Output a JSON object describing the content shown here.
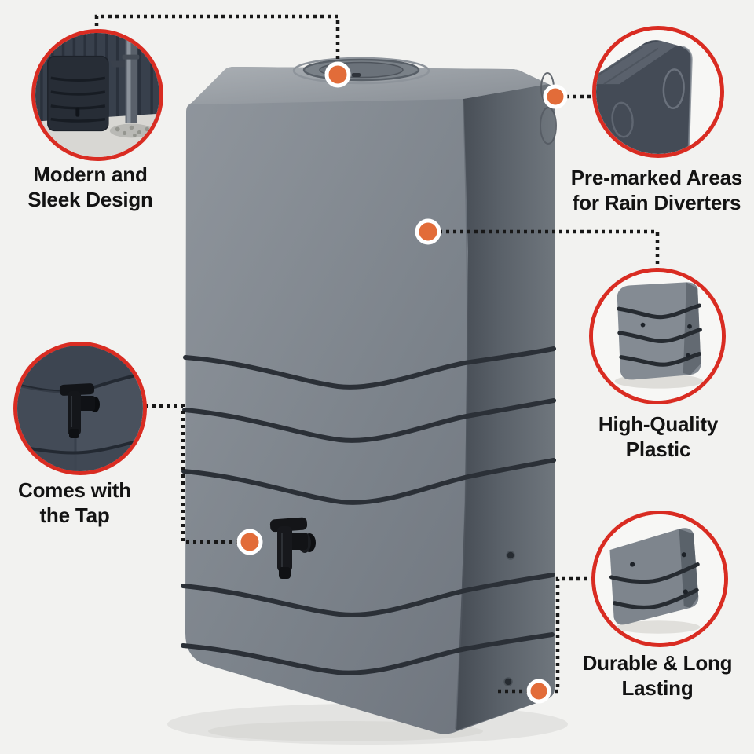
{
  "colors": {
    "background": "#f2f2f0",
    "accent_orange": "#e26c39",
    "ring_red": "#d92c22",
    "text_color": "#131313",
    "dotted_line": "#181818",
    "tank_gray": "#7c828a"
  },
  "features": [
    {
      "id": "modern-sleek-design",
      "lines": [
        "Modern and",
        "Sleek Design"
      ],
      "photo": "anthracite-tank-garden-photo"
    },
    {
      "id": "pre-marked-areas",
      "lines": [
        "Pre-marked Areas",
        "for Rain Diverters"
      ],
      "photo": "tank-corner-premarked-photo"
    },
    {
      "id": "high-quality-plastic",
      "lines": [
        "High-Quality",
        "Plastic"
      ],
      "photo": "ribbed-plastic-closeup-photo"
    },
    {
      "id": "comes-with-tap",
      "lines": [
        "Comes with",
        "the Tap"
      ],
      "photo": "tap-closeup-photo"
    },
    {
      "id": "durable-long-lasting",
      "lines": [
        "Durable & Long",
        "Lasting"
      ],
      "photo": "ribbed-corner-closeup-photo"
    }
  ],
  "markers": [
    "tank-lid-marker",
    "diverter-area-marker",
    "tank-body-marker",
    "tap-marker",
    "tank-base-marker"
  ]
}
